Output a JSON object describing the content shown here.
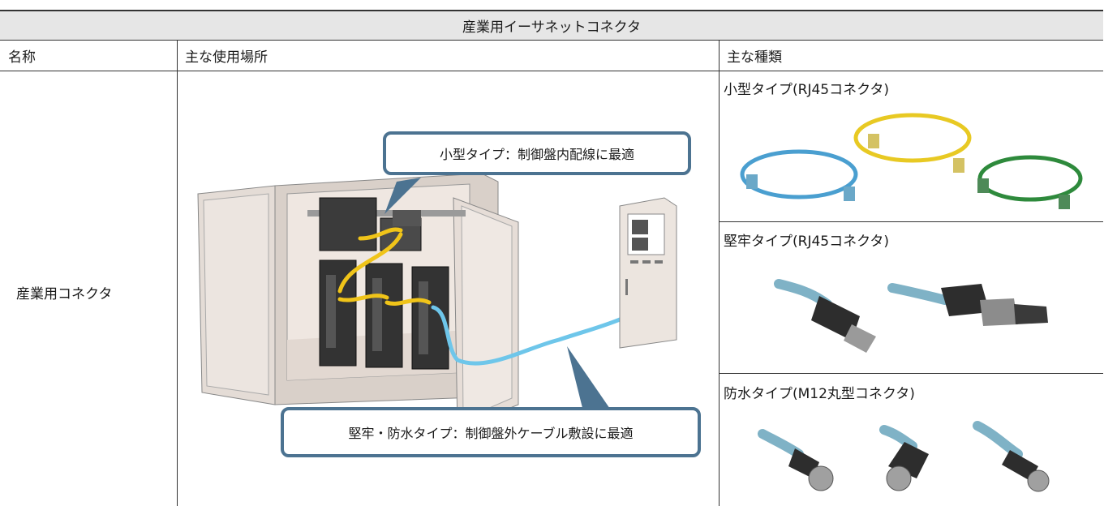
{
  "title": "産業用イーサネットコネクタ",
  "headers": {
    "name": "名称",
    "location": "主な使用場所",
    "types": "主な種類"
  },
  "row": {
    "name": "産業用コネクタ"
  },
  "callouts": {
    "small": "小型タイプ：制御盤内配線に最適",
    "rugged": "堅牢・防水タイプ：制御盤外ケーブル敷設に最適"
  },
  "types": [
    {
      "label": "小型タイプ(RJ45コネクタ)",
      "colors": [
        "#4a9fd0",
        "#e8c923",
        "#2e8a3c"
      ]
    },
    {
      "label": "堅牢タイプ(RJ45コネクタ)"
    },
    {
      "label": "防水タイプ(M12丸型コネクタ)"
    }
  ]
}
